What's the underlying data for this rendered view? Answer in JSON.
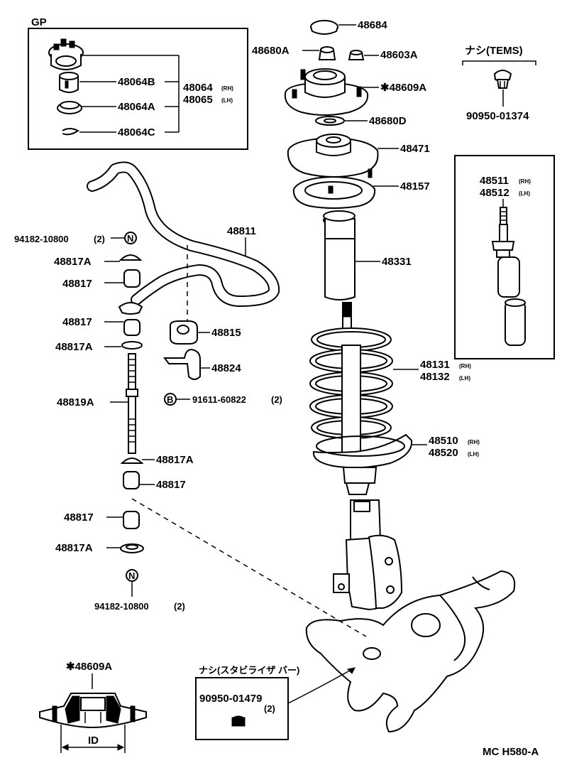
{
  "gp_box": {
    "title": "GP",
    "labels": {
      "b": "48064B",
      "a": "48064A",
      "c": "48064C",
      "rh": "48064",
      "lh": "48065"
    }
  },
  "side_marks": {
    "rh": "(RH)",
    "lh": "(LH)"
  },
  "top_parts": {
    "p48684": "48684",
    "p48680a": "48680A",
    "p48603a": "48603A",
    "p48609a": "✱48609A",
    "p48680d": "48680D",
    "p48471": "48471",
    "p48157": "48157",
    "p48331": "48331"
  },
  "tems": {
    "title": "ナシ(TEMS)",
    "part": "90950-01374"
  },
  "shock_box": {
    "rh": "48511",
    "lh": "48512"
  },
  "spring": {
    "rh": "48131",
    "lh": "48132"
  },
  "strut": {
    "rh": "48510",
    "lh": "48520"
  },
  "stabilizer": {
    "bar": "48811",
    "nut_top": "94182-10800",
    "nut_top_qty": "(2)",
    "nut_mark": "N",
    "bolt_mark": "B",
    "l1": "48817A",
    "l2": "48817",
    "l3": "48817",
    "l4": "48817A",
    "link": "48819A",
    "l5": "48817A",
    "l6": "48817",
    "l7": "48817",
    "l8": "48817A",
    "nut_bottom": "94182-10800",
    "nut_bottom_qty": "(2)",
    "bushing": "48815",
    "bracket": "48824",
    "bolt": "91611-60822",
    "bolt_qty": "(2)"
  },
  "detail": {
    "title": "✱48609A",
    "dim": "ID"
  },
  "nashi_stab": {
    "title": "ナシ(スタビライザ バー)",
    "part": "90950-01479",
    "qty": "(2)"
  },
  "footer": {
    "code": "MC H580-A"
  }
}
